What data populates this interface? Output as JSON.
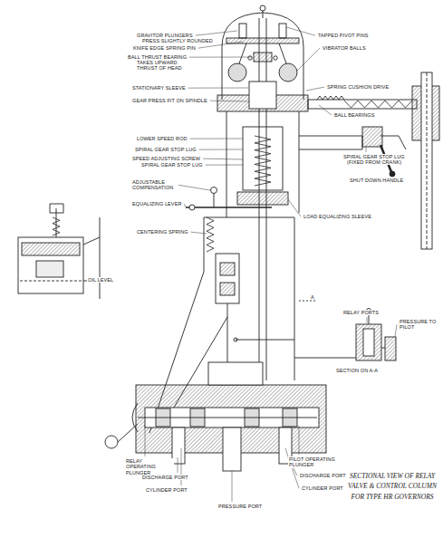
{
  "diagram": {
    "title": "SECTIONAL VIEW OF RELAY VALVE & CONTROL COLUMN FOR TYPE HR GOVERNORS",
    "labels": [
      "GRAVITOR PLUNGERS",
      "PRESS SLIGHTLY ROUNDED",
      "KNIFE EDGE SPRING PIN",
      "BALL THRUST BEARING",
      "TAKES UPWARD THRUST OF HEAD",
      "STATIONARY SLEEVE",
      "GEAR PRESS FIT ON SPINDLE",
      "LOWER SPEED ROD",
      "SPIRAL GEAR STOP LUG",
      "SPEED ADJUSTING SCREW",
      "SPIRAL GEAR STOP LUG",
      "ADJUSTABLE COMPENSATION",
      "EQUALIZING LEVER",
      "CENTERING SPRING",
      "TAPPED PIVOT PINS",
      "VIBRATOR BALLS",
      "SPRING CUSHION DRIVE",
      "BALL BEARINGS",
      "SPIRAL GEAR STOP LUG",
      "(FIXED FROM CRANK)",
      "SHUT DOWN HANDLE",
      "LOAD EQUALIZING SLEEVE",
      "A",
      "RELAY PORTS",
      "PRESSURE TO PILOT",
      "SECTION ON A-A",
      "OIL LEVEL",
      "RELAY OPERATING PLUNGER",
      "DISCHARGE PORT",
      "CYLINDER PORT",
      "PRESSURE PORT",
      "PILOT OPERATING PLUNGER",
      "DISCHARGE PORT",
      "CYLINDER PORT"
    ]
  }
}
